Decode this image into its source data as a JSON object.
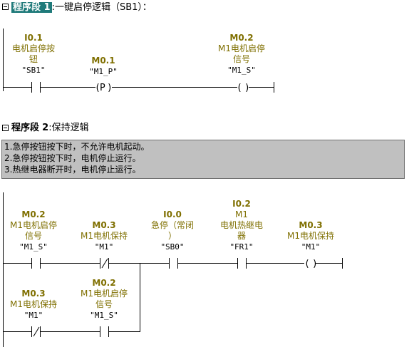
{
  "networks": [
    {
      "title": "程序段 1",
      "colon": ":",
      "description": "一键启停逻辑（SB1）："
    },
    {
      "title": "程序段",
      "number": "2",
      "colon": ":",
      "description": "保持逻辑",
      "comment_lines": [
        "1.急停按钮按下时，不允许电机起动。",
        "2.急停按钮按下时，电机停止运行。",
        "3.热继电器断开时，电机停止运行。"
      ]
    }
  ],
  "net1": {
    "contact_sb1": {
      "address": "I0.1",
      "comment_line1": "电机启停按",
      "comment_line2": "钮",
      "symbol": "\"SB1\""
    },
    "pedge_m1p": {
      "address": "M0.1",
      "symbol": "\"M1_P\"",
      "glyph": "P"
    },
    "coil_m1s": {
      "address": "M0.2",
      "comment_line1": "M1电机启停",
      "comment_line2": "信号",
      "symbol": "\"M1_S\""
    }
  },
  "net2": {
    "contact_m1s": {
      "address": "M0.2",
      "comment_line1": "M1电机启停",
      "comment_line2": "信号",
      "symbol": "\"M1_S\""
    },
    "nc_m1": {
      "address": "M0.3",
      "comment_line1": "M1电机保持",
      "symbol": "\"M1\""
    },
    "contact_sb0": {
      "address": "I0.0",
      "comment_line1": "急停（常闭",
      "comment_line2": "）",
      "symbol": "\"SB0\""
    },
    "contact_fr1": {
      "address": "I0.2",
      "comment_line1": "M1",
      "comment_line2": "电机热继电",
      "comment_line3": "器",
      "symbol": "\"FR1\""
    },
    "coil_m1": {
      "address": "M0.3",
      "comment_line1": "M1电机保持",
      "symbol": "\"M1\""
    },
    "branch_nc_m1": {
      "address": "M0.3",
      "comment_line1": "M1电机保持",
      "symbol": "\"M1\""
    },
    "branch_m1s": {
      "address": "M0.2",
      "comment_line1": "M1电机启停",
      "comment_line2": "信号",
      "symbol": "\"M1_S\""
    }
  },
  "colors": {
    "address": "#7f6f00",
    "selected_title_bg": "#1f7a7a",
    "comment_bg": "#c0c0c0"
  }
}
